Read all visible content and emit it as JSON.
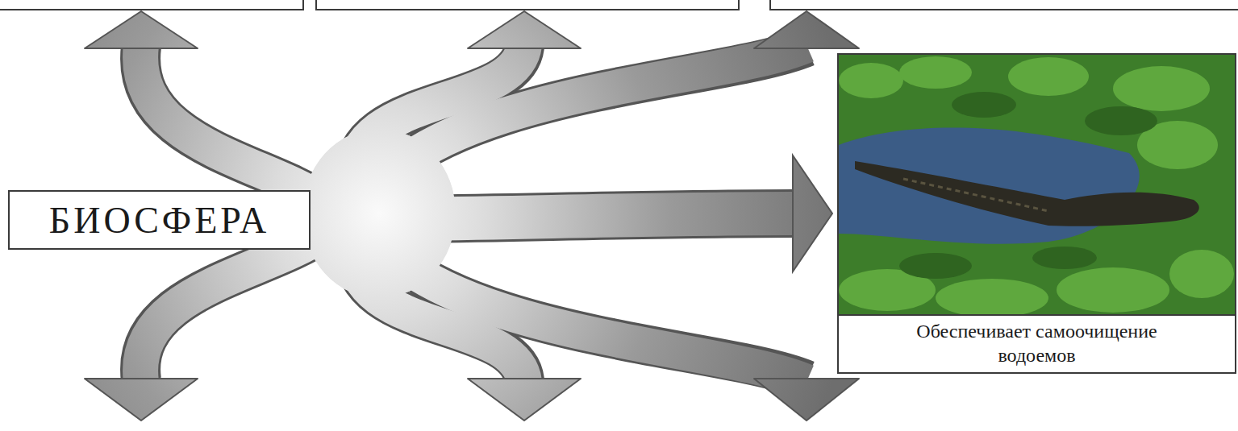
{
  "diagram": {
    "nodes": [
      {
        "text": [
          "БИОСФЕРА"
        ]
      },
      {
        "text": [
          "Обеспечивает самоочищение водоемов"
        ]
      }
    ],
    "edges": [
      {
        "from": 0,
        "to": 1,
        "arrow": "to"
      }
    ]
  }
}
